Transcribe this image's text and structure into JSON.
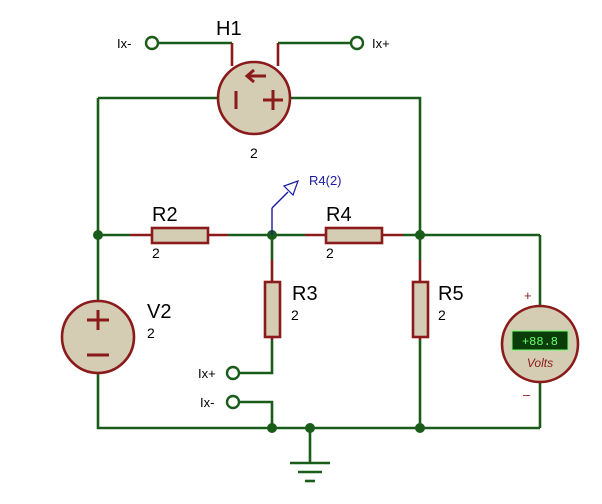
{
  "components": {
    "h1": {
      "name": "H1",
      "value": "2"
    },
    "v2": {
      "name": "V2",
      "value": "2"
    },
    "r2": {
      "name": "R2",
      "value": "2"
    },
    "r3": {
      "name": "R3",
      "value": "2"
    },
    "r4": {
      "name": "R4",
      "value": "2"
    },
    "r5": {
      "name": "R5",
      "value": "2"
    }
  },
  "probe": {
    "label": "R4(2)"
  },
  "terminals": {
    "h1_left": "Ix-",
    "h1_right": "Ix+",
    "r3_plus": "Ix+",
    "r3_minus": "Ix-"
  },
  "voltmeter": {
    "display": "+88.8",
    "unit": "Volts",
    "plus": "+",
    "minus": "–"
  },
  "colors": {
    "wire": "#1a5c1a",
    "component_outline": "#8b1a1a",
    "component_fill": "#d4cdb4",
    "probe_text": "#1a1aa0",
    "meter_display_bg": "#0a3d0a",
    "meter_display_text": "#6cff6c"
  }
}
